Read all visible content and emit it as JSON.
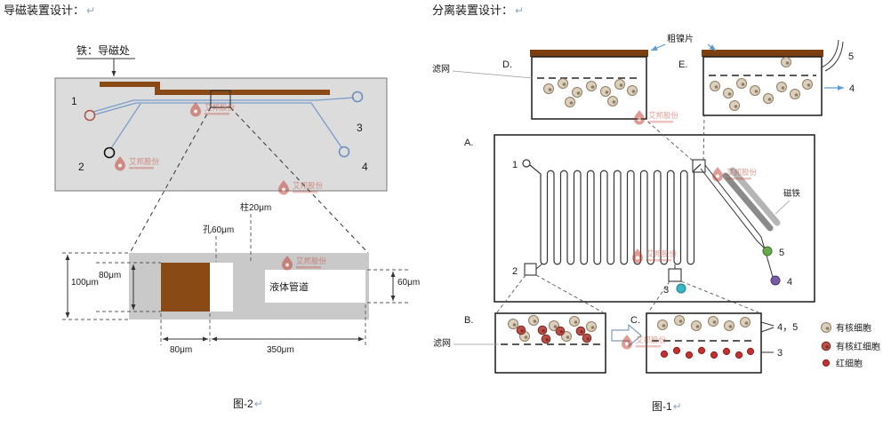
{
  "colors": {
    "iron": "#8a4a15",
    "nickel": "#7b3f10",
    "arrow_blue": "#5b9bd5",
    "channel_blue": "#7a9cc8",
    "watermark_red": "#c0392b",
    "outlet3_cyan": "#3ab5c6",
    "outlet5_green": "#6aa84f",
    "outlet4_purple": "#7a5aa5"
  },
  "marks": {
    "pilcrow": "↵"
  },
  "watermark": {
    "text": "艾邦股份"
  },
  "left": {
    "title": "导磁装置设计：",
    "iron_label": "铁：导磁处",
    "ports": {
      "p1": "1",
      "p2": "2",
      "p3": "3",
      "p4": "4"
    },
    "cross": {
      "dim100": "100μm",
      "dim80v": "80μm",
      "hole60": "孔60μm",
      "pillar20": "柱20μm",
      "dim80h": "80μm",
      "dim350": "350μm",
      "dim60": "60μm",
      "channel": "液体管道"
    },
    "caption": "图-2"
  },
  "right": {
    "title": "分离装置设计：",
    "nickel": "粗镍片",
    "filter_top": "滤网",
    "filter_bottom": "滤网",
    "magnet": "磁铁",
    "panels": {
      "a": "A.",
      "b": "B.",
      "c": "C.",
      "d": "D.",
      "e": "E."
    },
    "ports": {
      "p1": "1",
      "p2": "2",
      "p3": "3"
    },
    "flow5": "5",
    "flow4": "4",
    "outlet5": "5",
    "outlet4": "4",
    "out45": "4，5",
    "out3": "3",
    "legend": {
      "nucleated": "有核细胞",
      "nucleated_red": "有核红细胞",
      "red": "红细胞"
    },
    "caption": "图-1"
  }
}
